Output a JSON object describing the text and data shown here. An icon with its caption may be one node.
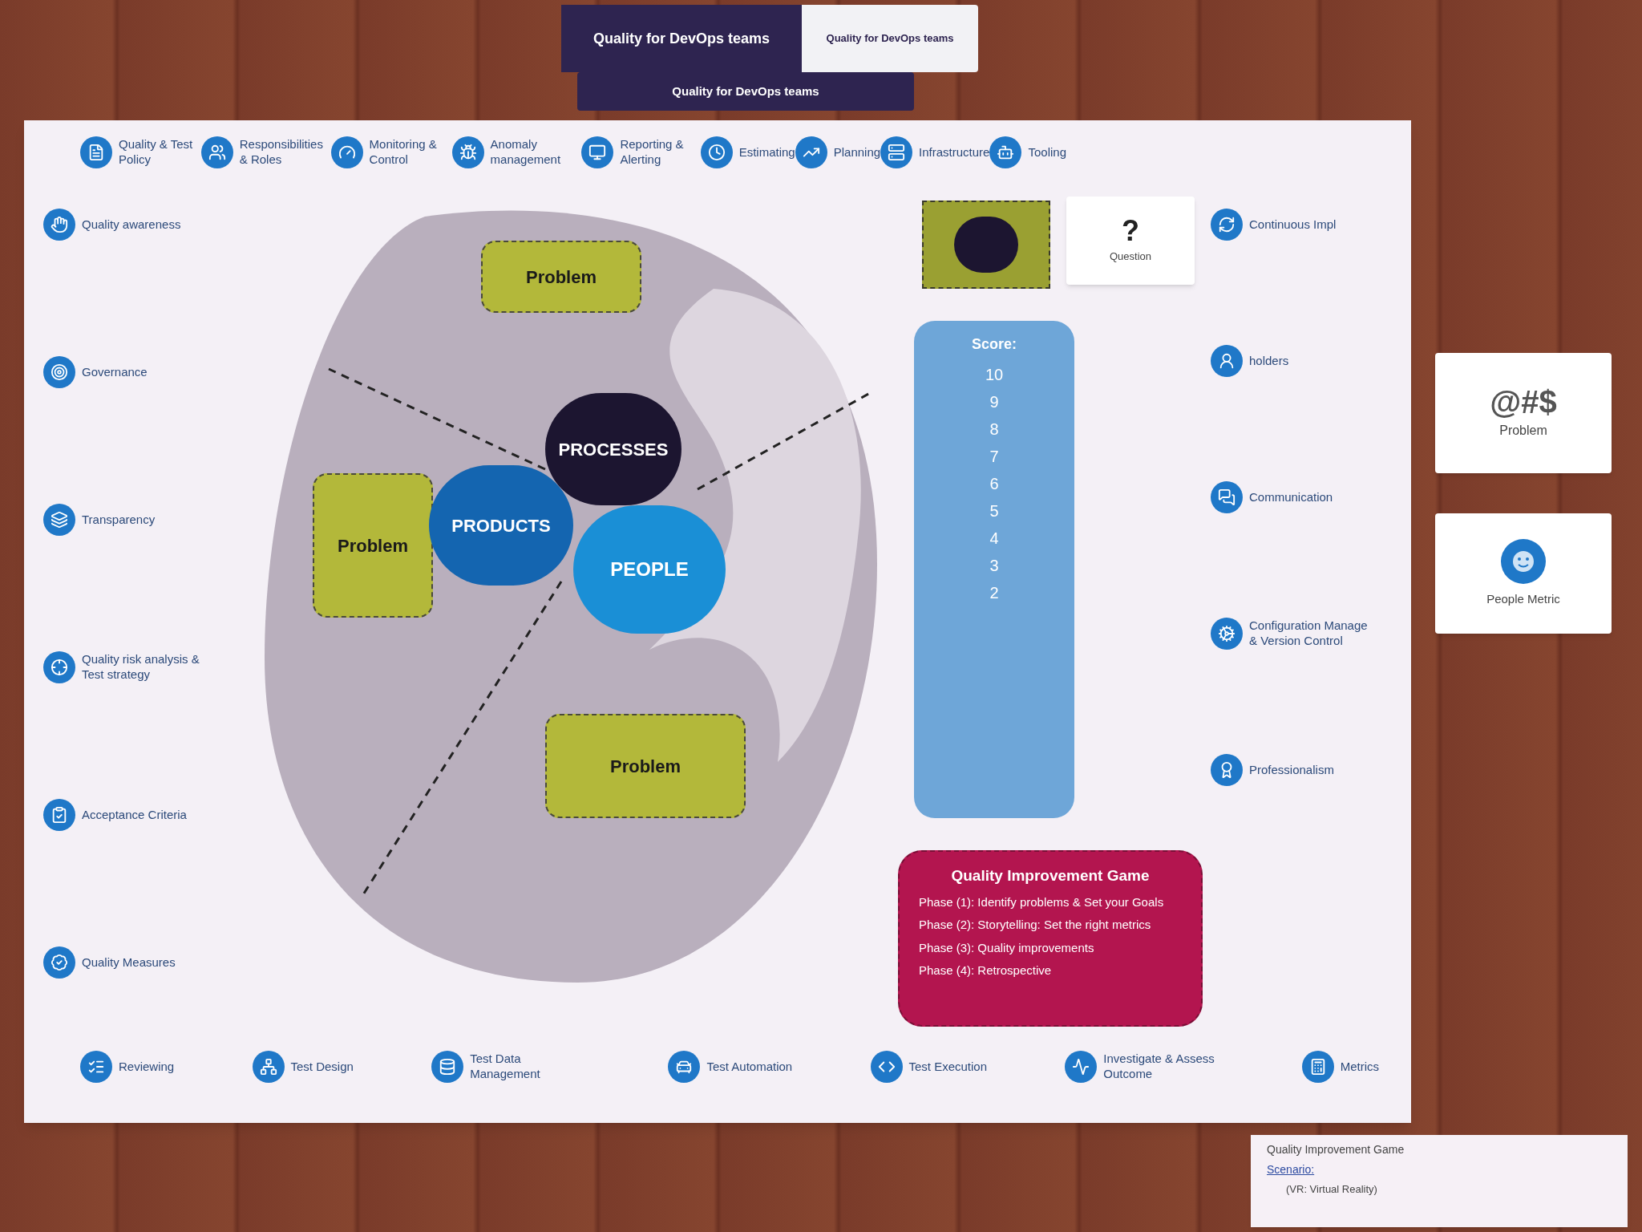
{
  "diagram": {
    "nodes": [
      {
        "text": [],
        "shape": "drop"
      },
      {
        "text": [
          "Problem"
        ],
        "in": 0
      },
      {
        "text": [
          "Problem"
        ],
        "in": 0
      },
      {
        "text": [
          "PROCESSES"
        ],
        "in": 0
      },
      {
        "text": [
          "PRODUCTS"
        ],
        "in": 0
      },
      {
        "text": [
          "PEOPLE"
        ],
        "in": 0
      },
      {
        "text": [
          "Problem"
        ],
        "in": 0
      },
      {
        "text": [
          "Score:",
          "10",
          "9",
          "8",
          "7",
          "6",
          "5",
          "4",
          "3",
          "2"
        ]
      },
      {
        "text": [
          "Quality Improvement Game",
          "Phase (1): Identify problems & Set your Goals",
          "Phase (2): Storytelling: Set the right metrics",
          "Phase (3): Quality improvements",
          "Phase (4): Retrospective"
        ]
      },
      {
        "text": [],
        "shape": "box"
      },
      {
        "text": [
          "?",
          "Question"
        ]
      },
      {
        "text": [
          "@#$",
          "Problem"
        ]
      },
      {
        "text": [
          "People Metric"
        ]
      },
      {
        "text": [
          "Quality Improvement Game",
          "Scenario:",
          "(VR: Virtual Reality)"
        ]
      },
      {
        "text": [
          "Quality for DevOps teams",
          "Quality for DevOps teams"
        ]
      },
      {
        "text": [
          "Quality for DevOps teams"
        ]
      },
      {
        "text": [],
        "shape": "circle",
        "in": 9
      }
    ],
    "labels": [
      "Quality & Test Policy",
      "Responsibilities & Roles",
      "Monitoring & Control",
      "Anomaly management",
      "Reporting & Alerting",
      "Estimating",
      "Planning",
      "Infrastructure",
      "Tooling",
      "Quality awareness",
      "Governance",
      "Transparency",
      "Quality risk analysis & Test strategy",
      "Acceptance Criteria",
      "Quality Measures",
      "Continuous Impl",
      "holders",
      "Communication",
      "Configuration Manage & Version Control",
      "Professionalism",
      "Reviewing",
      "Test Design",
      "Test Data Management",
      "Test Automation",
      "Test Execution",
      "Investigate & Assess Outcome",
      "Metrics"
    ]
  }
}
